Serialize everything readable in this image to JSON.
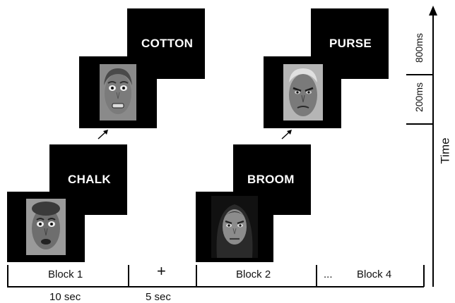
{
  "trials": {
    "block1_word": "CHALK",
    "block1_next_word": "COTTON",
    "block2_word": "BROOM",
    "block2_next_word": "PURSE"
  },
  "faces": {
    "block1_first": "fear-face-male",
    "block1_second": "fear-face-female",
    "block2_first": "angry-face-female",
    "block2_second": "angry-face-male"
  },
  "timeline": {
    "segments": [
      "Block 1",
      "+",
      "Block 2",
      "...",
      "Block 4"
    ],
    "durations": [
      "10 sec",
      "5 sec"
    ]
  },
  "time_axis": {
    "label": "Time",
    "face_duration": "200ms",
    "word_duration": "800ms"
  },
  "colors": {
    "screen": "#000000",
    "text": "#ffffff"
  }
}
